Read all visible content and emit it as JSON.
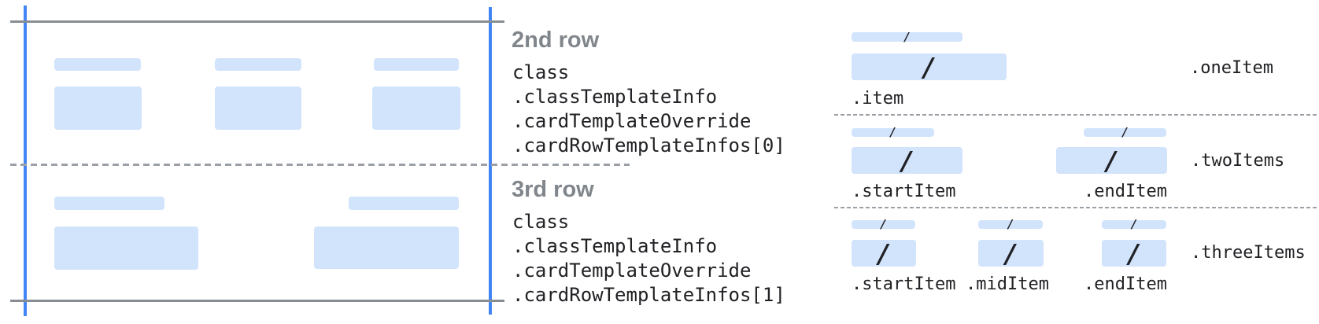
{
  "rows": [
    {
      "heading": "2nd row",
      "class_path": [
        "class",
        ".classTemplateInfo",
        ".cardTemplateOverride",
        ".cardRowTemplateInfos[0]"
      ]
    },
    {
      "heading": "3rd row",
      "class_path": [
        "class",
        ".classTemplateInfo",
        ".cardTemplateOverride",
        ".cardRowTemplateInfos[1]"
      ]
    }
  ],
  "item_layouts": [
    {
      "label": ".oneItem",
      "items": [
        ".item"
      ]
    },
    {
      "label": ".twoItems",
      "items": [
        ".startItem",
        ".endItem"
      ]
    },
    {
      "label": ".threeItems",
      "items": [
        ".startItem",
        ".midItem",
        ".endItem"
      ]
    }
  ],
  "glyphs": {
    "separator_slash": "/"
  },
  "colors": {
    "guide_blue": "#4285f4",
    "placeholder_blue": "#d2e3fc",
    "solid_line_gray": "#888d93",
    "dashed_line_gray": "#9aa0a6",
    "heading_gray": "#80868b",
    "code_text": "#202124"
  }
}
